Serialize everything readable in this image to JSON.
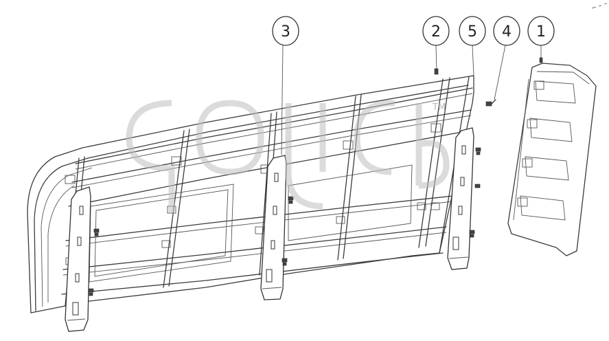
{
  "diagram": {
    "callouts": [
      {
        "id": "part-1",
        "label": "1"
      },
      {
        "id": "part-2",
        "label": "2"
      },
      {
        "id": "part-3",
        "label": "3"
      },
      {
        "id": "part-4",
        "label": "4"
      },
      {
        "id": "part-5",
        "label": "5"
      }
    ],
    "watermark": {
      "text": "TM"
    },
    "colors": {
      "line": "#3a3a3a",
      "background": "#ffffff",
      "watermark": "#bdbdbd"
    }
  }
}
